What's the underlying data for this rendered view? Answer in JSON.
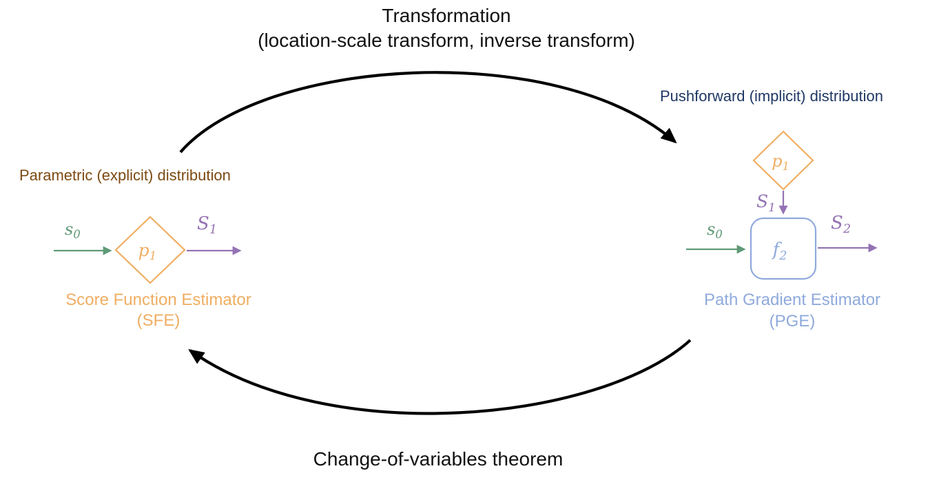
{
  "diagram": {
    "top_arrow_label_line1": "Transformation",
    "top_arrow_label_line2": "(location-scale transform, inverse transform)",
    "bottom_arrow_label": "Change-of-variables theorem"
  },
  "sfe": {
    "title": "Parametric (explicit) distribution",
    "input_symbol": "s",
    "input_sub": "0",
    "node_symbol": "p",
    "node_sub": "1",
    "output_symbol": "S",
    "output_sub": "1",
    "caption_line1": "Score Function Estimator",
    "caption_line2": "(SFE)"
  },
  "pge": {
    "title": "Pushforward (implicit) distribution",
    "diamond_symbol": "p",
    "diamond_sub": "1",
    "inject_symbol": "S",
    "inject_sub": "1",
    "input_symbol": "s",
    "input_sub": "0",
    "box_symbol": "f",
    "box_sub": "2",
    "output_symbol": "S",
    "output_sub": "2",
    "caption_line1": "Path Gradient Estimator",
    "caption_line2": "(PGE)"
  },
  "colors": {
    "orange": "#EFAE62",
    "green": "#5F9A77",
    "purple": "#9473B4",
    "brown": "#7C4A12",
    "dark_blue": "#1F3864",
    "light_blue": "#8FAADC",
    "arrow_black": "#000000"
  }
}
